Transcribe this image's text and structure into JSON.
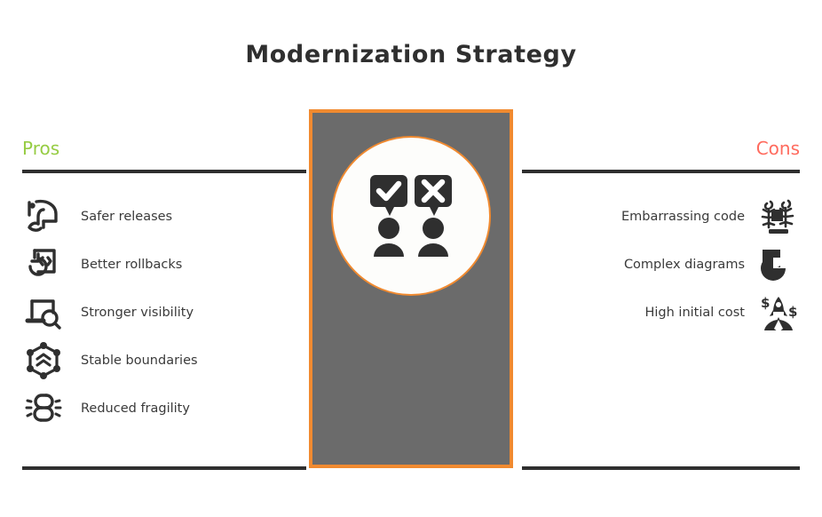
{
  "title": "Modernization Strategy",
  "theme": {
    "pros_color": "#96cc43",
    "cons_color": "#ff6b5e",
    "accent_orange": "#f08a30",
    "panel_gray": "#6b6b6b",
    "text_dark": "#3a3a3a",
    "divider_dark": "#2f2f2f",
    "background": "#ffffff"
  },
  "pros": {
    "heading": "Pros",
    "items": [
      {
        "label": "Safer releases",
        "icon": "rocket-hand-icon"
      },
      {
        "label": "Better rollbacks",
        "icon": "code-refresh-icon"
      },
      {
        "label": "Stronger visibility",
        "icon": "laptop-search-icon"
      },
      {
        "label": "Stable boundaries",
        "icon": "hexagon-network-icon"
      },
      {
        "label": "Reduced fragility",
        "icon": "broken-chain-icon"
      }
    ]
  },
  "cons": {
    "heading": "Cons",
    "items": [
      {
        "label": "Embarrassing code",
        "icon": "bugs-icon"
      },
      {
        "label": "Complex diagrams",
        "icon": "shapes-chart-icon"
      },
      {
        "label": "High initial cost",
        "icon": "rocket-money-icon"
      }
    ]
  },
  "center": {
    "icon": "two-people-check-cross-icon",
    "bubble_left": "check-mark",
    "bubble_right": "cross-mark"
  }
}
